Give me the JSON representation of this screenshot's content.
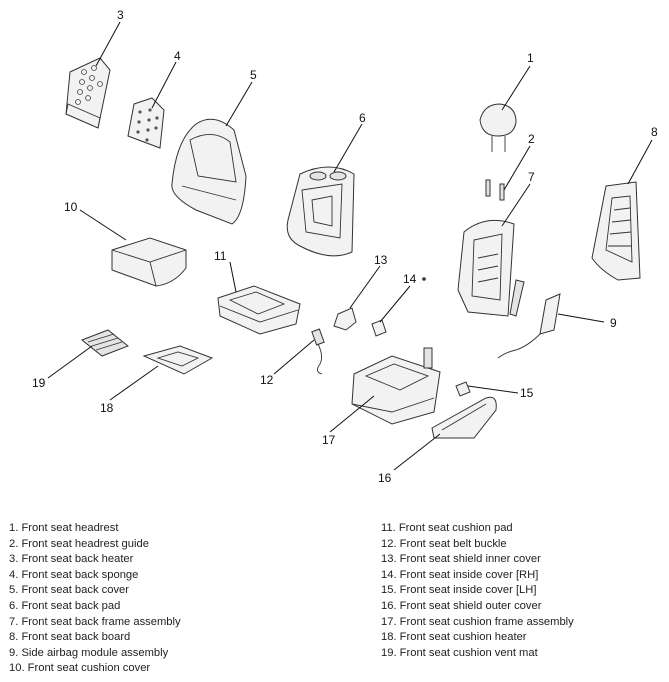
{
  "callouts": [
    "1",
    "2",
    "3",
    "4",
    "5",
    "6",
    "7",
    "8",
    "9",
    "10",
    "11",
    "12",
    "13",
    "14",
    "15",
    "16",
    "17",
    "18",
    "19"
  ],
  "legend": {
    "left": [
      "1. Front seat headrest",
      "2. Front seat headrest guide",
      "3. Front seat back heater",
      "4. Front seat back sponge",
      "5. Front seat back cover",
      "6. Front seat back pad",
      "7. Front seat back frame assembly",
      "8. Front seat back board",
      "9. Side airbag module assembly",
      "10. Front seat cushion cover"
    ],
    "right": [
      "11. Front seat cushion pad",
      "12. Front seat belt buckle",
      "13. Front seat shield inner cover",
      "14. Front seat inside cover [RH]",
      "15. Front seat inside cover [LH]",
      "16. Front seat shield outer cover",
      "17. Front seat cushion frame assembly",
      "18. Front seat cushion heater",
      "19. Front seat cushion vent mat"
    ]
  }
}
